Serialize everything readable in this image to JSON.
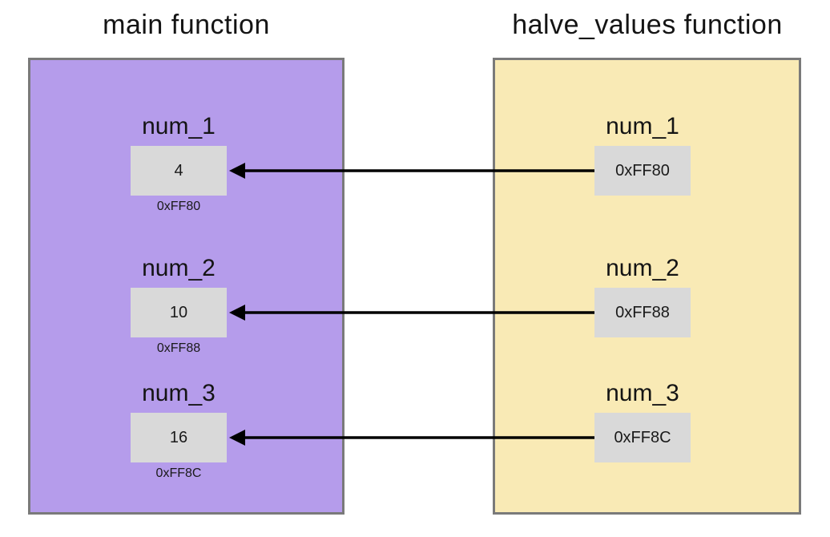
{
  "left": {
    "title": "main function",
    "variables": [
      {
        "name": "num_1",
        "value": "4",
        "address": "0xFF80"
      },
      {
        "name": "num_2",
        "value": "10",
        "address": "0xFF88"
      },
      {
        "name": "num_3",
        "value": "16",
        "address": "0xFF8C"
      }
    ]
  },
  "right": {
    "title": "halve_values function",
    "variables": [
      {
        "name": "num_1",
        "value": "0xFF80"
      },
      {
        "name": "num_2",
        "value": "0xFF88"
      },
      {
        "name": "num_3",
        "value": "0xFF8C"
      }
    ]
  },
  "colors": {
    "main_panel_bg": "#b59ceb",
    "halve_panel_bg": "#f9eab5",
    "value_box_bg": "#d9d9d9",
    "panel_border": "#7a7a7a",
    "arrow": "#000000"
  }
}
